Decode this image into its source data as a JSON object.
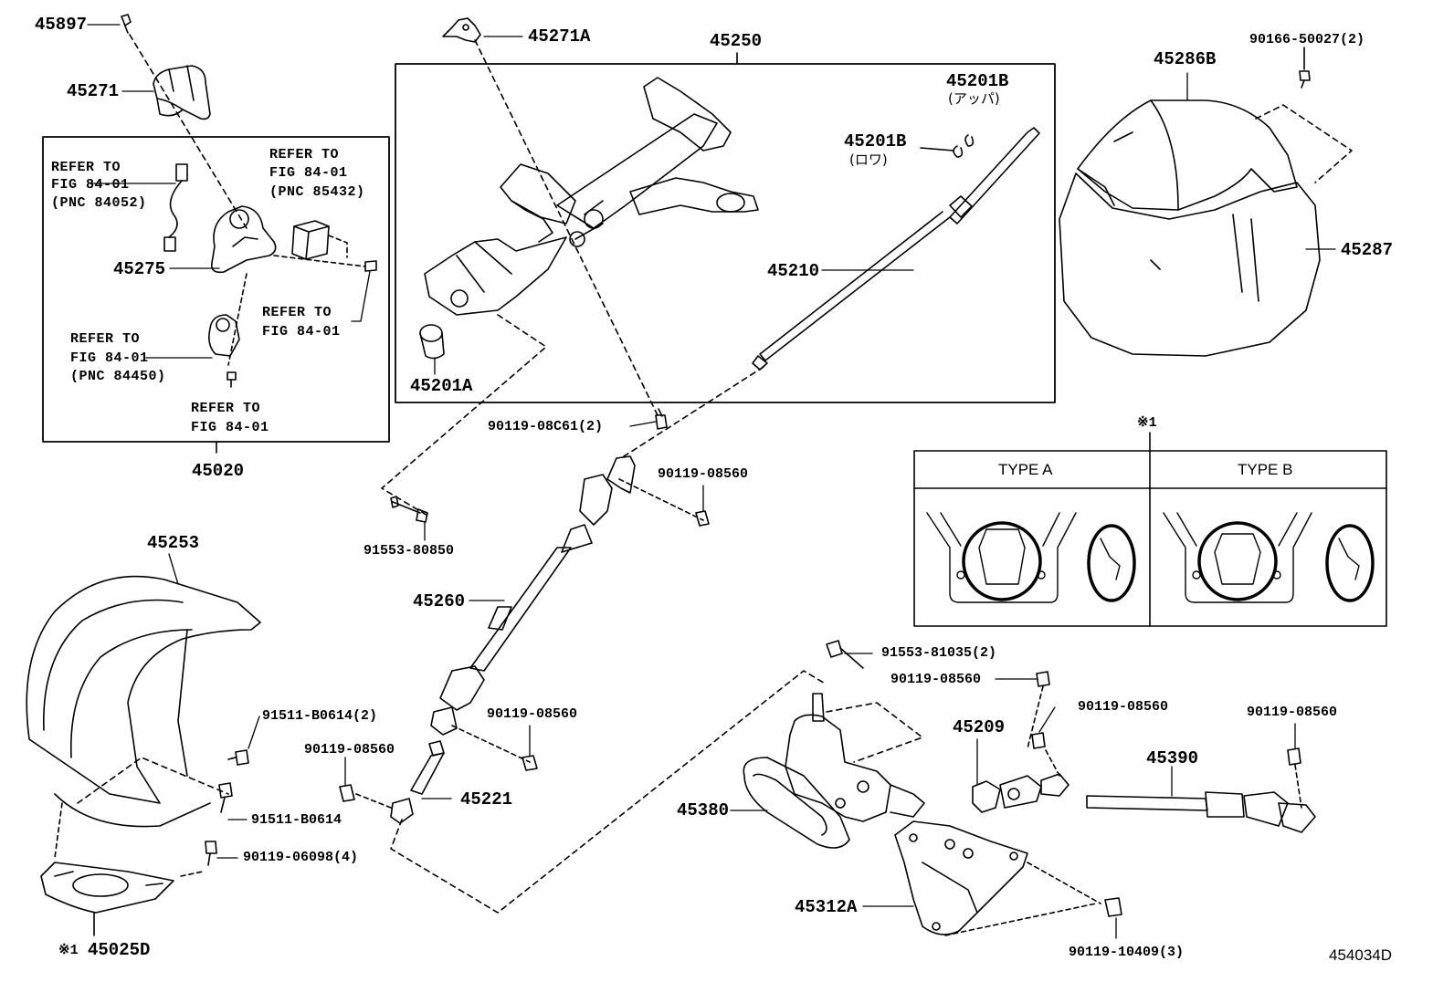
{
  "labels": {
    "p45897": "45897",
    "p45271": "45271",
    "p45271A": "45271A",
    "p45250": "45250",
    "p45201B_upper": "45201B",
    "upper_jp": "(アッパ)",
    "p45201B_lower": "45201B",
    "lower_jp": "(ロワ)",
    "p45210": "45210",
    "p45201A": "45201A",
    "p45275": "45275",
    "p45020": "45020",
    "p90166": "90166-50027(2)",
    "p45286B": "45286B",
    "p45287": "45287",
    "p90119_08C61": "90119-08C61(2)",
    "p90119_08560_a": "90119-08560",
    "p91553_80850": "91553-80850",
    "p45260": "45260",
    "p45253": "45253",
    "p91511_B0614_2": "91511-B0614(2)",
    "p90119_08560_b": "90119-08560",
    "p90119_08560_c": "90119-08560",
    "p45221": "45221",
    "p91511_B0614": "91511-B0614",
    "p90119_06098": "90119-06098(4)",
    "mark_45025D": "※1",
    "p45025D": "45025D",
    "p91553_81035": "91553-81035(2)",
    "p90119_08560_d": "90119-08560",
    "p45209": "45209",
    "p90119_08560_e": "90119-08560",
    "p90119_08560_f": "90119-08560",
    "p45390": "45390",
    "p45380": "45380",
    "p45312A": "45312A",
    "p90119_10409": "90119-10409(3)",
    "diagram_code": "454034D"
  },
  "refs": {
    "r1_a": "REFER TO",
    "r1_b": "FIG 84-01",
    "r1_c": "(PNC 84052)",
    "r2_a": "REFER TO",
    "r2_b": "FIG 84-01",
    "r2_c": "(PNC 85432)",
    "r3_a": "REFER TO",
    "r3_b": "FIG 84-01",
    "r4_a": "REFER TO",
    "r4_b": "FIG 84-01",
    "r4_c": "(PNC 84450)",
    "r5_a": "REFER TO",
    "r5_b": "FIG 84-01"
  },
  "type_table": {
    "mark": "※1",
    "col_a": "TYPE A",
    "col_b": "TYPE B"
  }
}
